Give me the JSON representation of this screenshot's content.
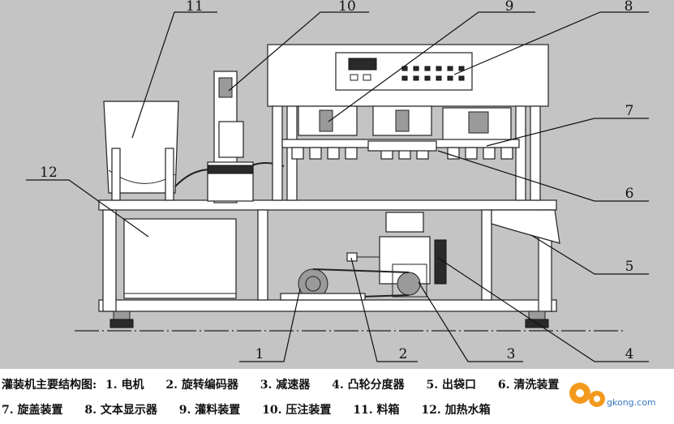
{
  "callouts": [
    {
      "n": "11"
    },
    {
      "n": "10"
    },
    {
      "n": "9"
    },
    {
      "n": "8"
    },
    {
      "n": "7"
    },
    {
      "n": "12"
    },
    {
      "n": "6"
    },
    {
      "n": "5"
    },
    {
      "n": "1"
    },
    {
      "n": "2"
    },
    {
      "n": "3"
    },
    {
      "n": "4"
    }
  ],
  "caption": {
    "title": "灌装机主要结构图:",
    "row1": [
      "1. 电机",
      "2. 旋转编码器",
      "3. 减速器",
      "4. 凸轮分度器",
      "5. 出袋口",
      "6. 清洗装置"
    ],
    "row2": [
      "7. 旋盖装置",
      "8. 文本显示器",
      "9. 灌料装置",
      "10. 压注装置",
      "11. 料箱",
      "12. 加热水箱"
    ]
  },
  "watermark": {
    "text": "gkong.com"
  },
  "colors": {
    "background": "#c4c4c4",
    "line": "#222222",
    "accent": "#f39a1e",
    "link": "#3a78c2"
  }
}
